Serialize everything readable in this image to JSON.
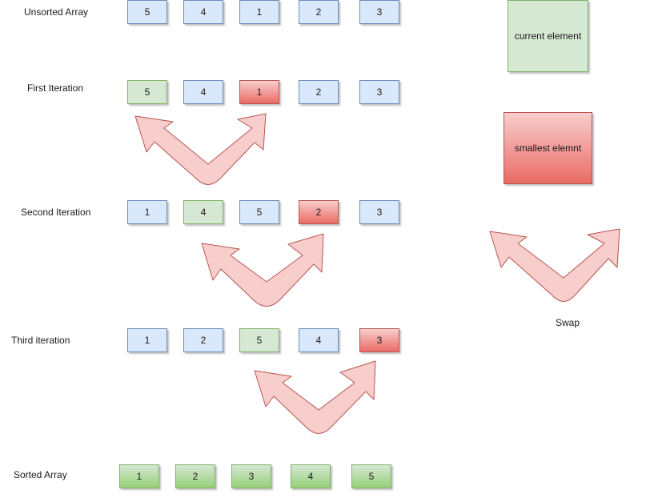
{
  "rows": [
    {
      "label": "Unsorted Array",
      "cells": [
        {
          "v": "5",
          "k": "blue"
        },
        {
          "v": "4",
          "k": "blue"
        },
        {
          "v": "1",
          "k": "blue"
        },
        {
          "v": "2",
          "k": "blue"
        },
        {
          "v": "3",
          "k": "blue"
        }
      ]
    },
    {
      "label": "First Iteration",
      "cells": [
        {
          "v": "5",
          "k": "green"
        },
        {
          "v": "4",
          "k": "blue"
        },
        {
          "v": "1",
          "k": "red"
        },
        {
          "v": "2",
          "k": "blue"
        },
        {
          "v": "3",
          "k": "blue"
        }
      ]
    },
    {
      "label": "Second Iteration",
      "cells": [
        {
          "v": "1",
          "k": "blue"
        },
        {
          "v": "4",
          "k": "green"
        },
        {
          "v": "5",
          "k": "blue"
        },
        {
          "v": "2",
          "k": "red"
        },
        {
          "v": "3",
          "k": "blue"
        }
      ]
    },
    {
      "label": "Third iteration",
      "cells": [
        {
          "v": "1",
          "k": "blue"
        },
        {
          "v": "2",
          "k": "blue"
        },
        {
          "v": "5",
          "k": "green"
        },
        {
          "v": "4",
          "k": "blue"
        },
        {
          "v": "3",
          "k": "red"
        }
      ]
    },
    {
      "label": "Sorted Array",
      "cells": [
        {
          "v": "1",
          "k": "sorted"
        },
        {
          "v": "2",
          "k": "sorted"
        },
        {
          "v": "3",
          "k": "sorted"
        },
        {
          "v": "4",
          "k": "sorted"
        },
        {
          "v": "5",
          "k": "sorted"
        }
      ]
    }
  ],
  "legend": {
    "current": "current element",
    "smallest": "smallest elemnt",
    "swap": "Swap"
  },
  "colors": {
    "blue_fill": "#dae8fc",
    "blue_stroke": "#6c8ebf",
    "green_fill": "#d5e8d4",
    "green_stroke": "#82b366",
    "red_fill": "#ea6b66",
    "red_stroke": "#b85450",
    "arrow_fill": "#f8cecc",
    "arrow_stroke": "#b85450"
  }
}
